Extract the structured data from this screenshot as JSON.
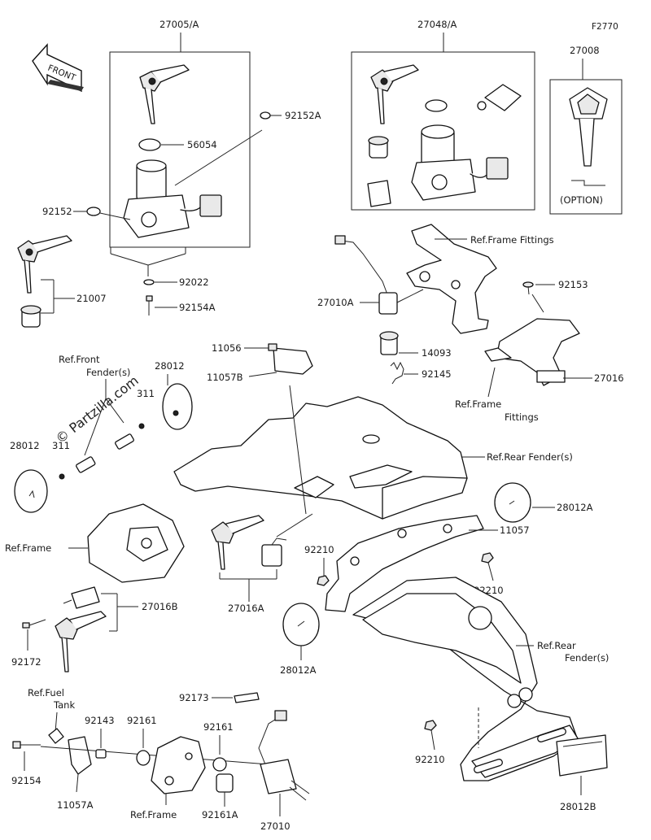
{
  "figure_code": "F2770",
  "watermark": "© Partzilla.com",
  "front_arrow": "FRONT",
  "labels": {
    "p27005A": "27005/A",
    "p27048A": "27048/A",
    "p27008": "27008",
    "option": "(OPTION)",
    "p92152A": "92152A",
    "p56054": "56054",
    "p92152": "92152",
    "p92022": "92022",
    "p92154A": "92154A",
    "p21007": "21007",
    "ref_frame_fittings_1": "Ref.Frame Fittings",
    "p92153": "92153",
    "p27010A": "27010A",
    "p14093": "14093",
    "p92145": "92145",
    "p27016": "27016",
    "ref_frame_fittings_2a": "Ref.Frame",
    "ref_frame_fittings_2b": "Fittings",
    "p11056": "11056",
    "p11057B": "11057B",
    "ref_front_fender_a": "Ref.Front",
    "ref_front_fender_b": "Fender(s)",
    "p28012_top": "28012",
    "p311_top": "311",
    "p28012_left": "28012",
    "p311_left": "311",
    "ref_rear_fender_1": "Ref.Rear Fender(s)",
    "p28012A_right": "28012A",
    "p11057": "11057",
    "ref_frame": "Ref.Frame",
    "p92210_mid": "92210",
    "p92210_right": "92210",
    "p27016B": "27016B",
    "p27016A": "27016A",
    "p92172": "92172",
    "p28012A_mid": "28012A",
    "ref_rear_fender_2a": "Ref.Rear",
    "ref_rear_fender_2b": "Fender(s)",
    "ref_fuel_tank_a": "Ref.Fuel",
    "ref_fuel_tank_b": "Tank",
    "p92173": "92173",
    "p92143": "92143",
    "p92161_a": "92161",
    "p92161_b": "92161",
    "p92154": "92154",
    "p11057A": "11057A",
    "ref_frame_bottom": "Ref.Frame",
    "p92161A": "92161A",
    "p27010": "27010",
    "p92210_bottom": "92210",
    "p28012B": "28012B"
  }
}
